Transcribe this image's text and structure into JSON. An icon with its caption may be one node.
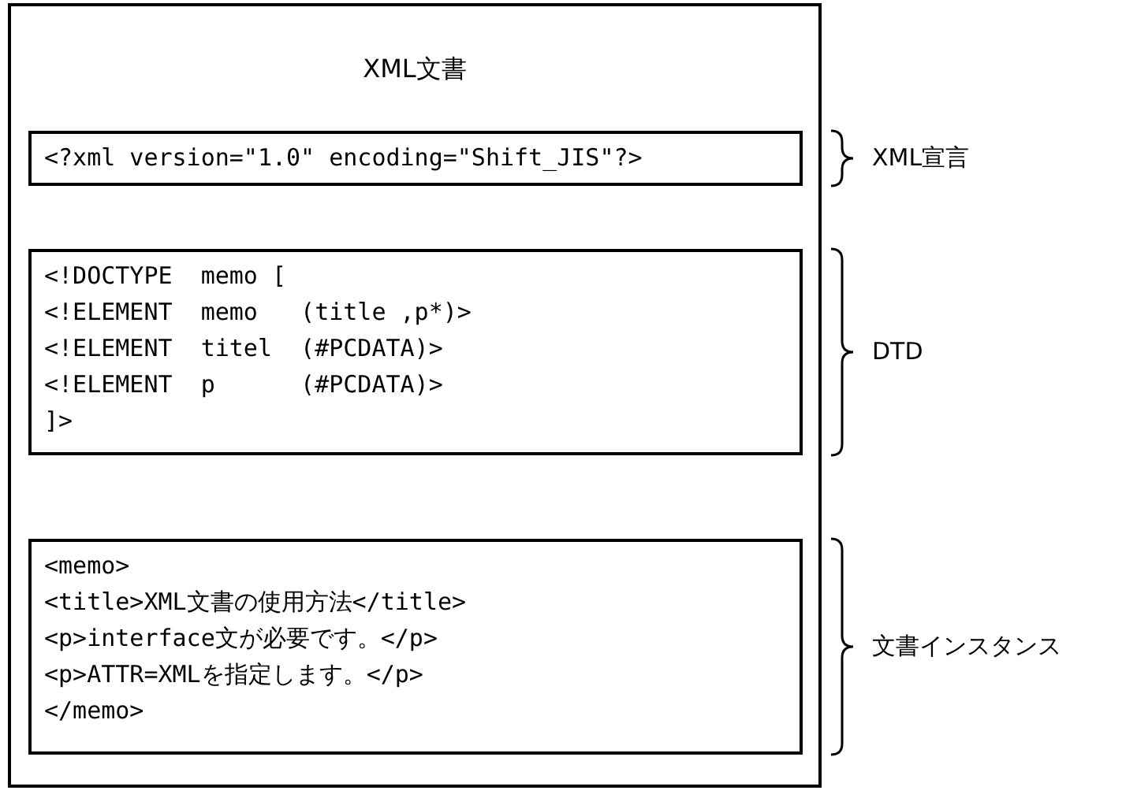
{
  "diagram": {
    "nodes": [
      {
        "text": [
          "XML文書"
        ]
      },
      {
        "text": [
          "<?xml version=\"1.0\" encoding=\"Shift_JIS\"?>"
        ],
        "in": 0,
        "beside": [
          "XML宣言"
        ]
      },
      {
        "text": [
          "<!DOCTYPE  memo [",
          "<!ELEMENT  memo   (title ,p*)>",
          "<!ELEMENT  titel  (#PCDATA)>",
          "<!ELEMENT  p      (#PCDATA)>",
          "]>"
        ],
        "in": 0,
        "beside": [
          "DTD"
        ]
      },
      {
        "text": [
          "<memo>",
          "<title>XML文書の使用方法</title>",
          "<p>interface文が必要です。</p>",
          "<p>ATTR=XMLを指定します。</p>",
          "</memo>"
        ],
        "in": 0,
        "beside": [
          "文書インスタンス"
        ]
      }
    ]
  }
}
